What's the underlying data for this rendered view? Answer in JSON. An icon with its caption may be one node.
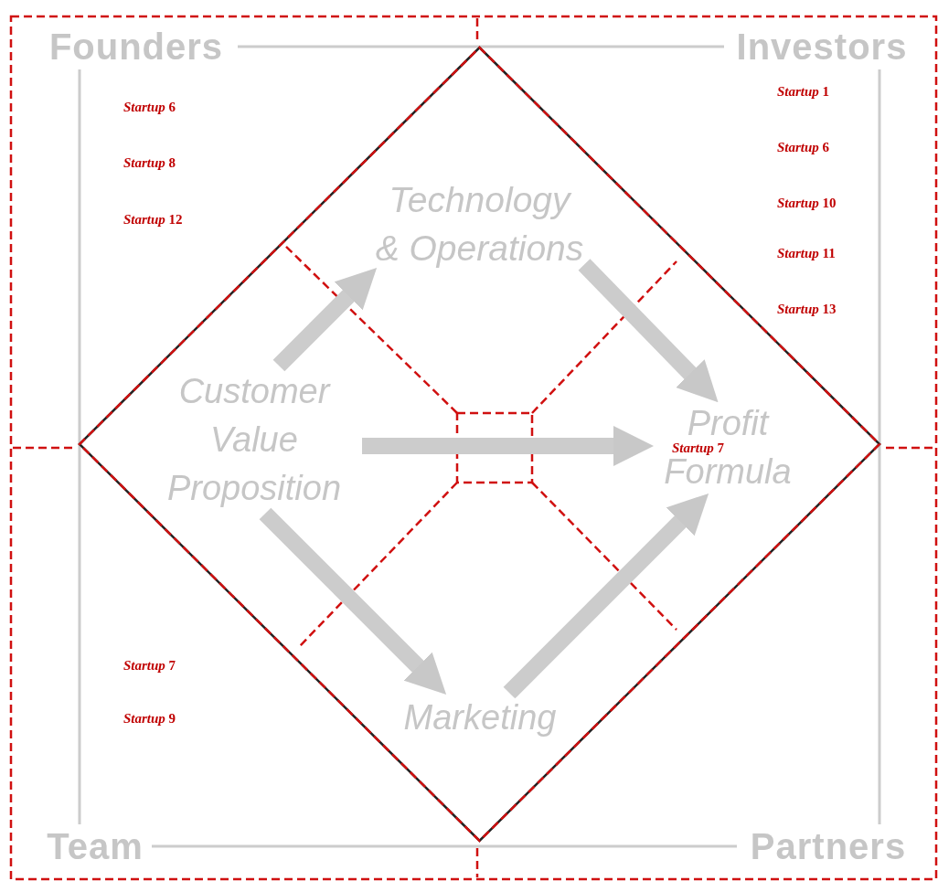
{
  "diagram": {
    "nodes": [
      {
        "text": [
          "Founders"
        ]
      },
      {
        "text": [
          "Investors"
        ]
      },
      {
        "text": [],
        "shape": "diamond"
      },
      {
        "text": [
          "Technology & Operations"
        ],
        "in": 2
      },
      {
        "text": [
          "Customer Value Proposition"
        ],
        "in": 2
      },
      {
        "text": [
          "Profit Formula"
        ],
        "in": 2
      },
      {
        "text": [
          "Marketing"
        ],
        "in": 2
      },
      {
        "text": [
          "Team"
        ]
      },
      {
        "text": [
          "Partners"
        ]
      }
    ],
    "edges": [
      {
        "from": 0,
        "to": 1,
        "arrow": "none"
      },
      {
        "from": 0,
        "to": 7,
        "arrow": "none"
      },
      {
        "from": 1,
        "to": 8,
        "arrow": "none"
      },
      {
        "from": 7,
        "to": 8,
        "arrow": "none"
      },
      {
        "from": 4,
        "to": 3,
        "arrow": "to"
      },
      {
        "from": 3,
        "to": 5,
        "arrow": "to"
      },
      {
        "from": 4,
        "to": 5,
        "arrow": "to"
      },
      {
        "from": 4,
        "to": 6,
        "arrow": "to"
      },
      {
        "from": 6,
        "to": 5,
        "arrow": "to"
      }
    ],
    "labels": [
      "*Startup* 1",
      "*Startup* 6",
      "*Startup* 8",
      "*Startup* 6",
      "*Startup* 10",
      "*Startup* 12",
      "*Startup* 11",
      "*Startup* 13",
      "*Startup* 7",
      "*Startup* 7",
      "*Startup* 9"
    ]
  }
}
